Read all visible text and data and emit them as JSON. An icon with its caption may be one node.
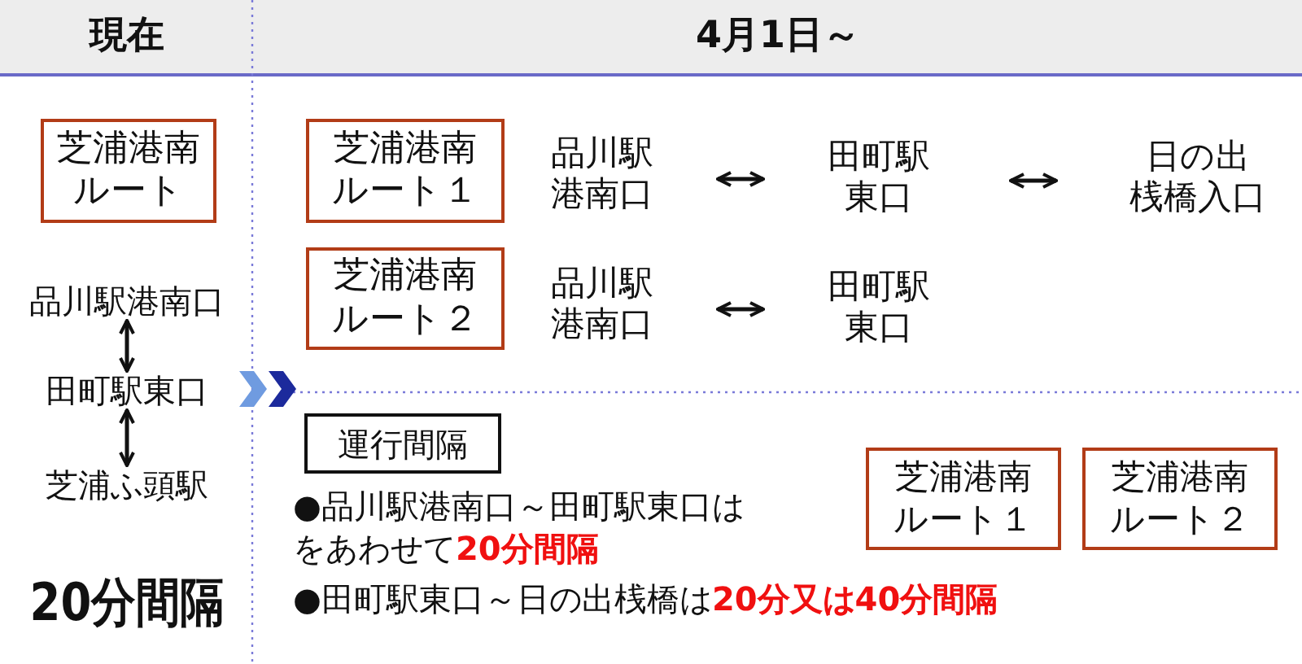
{
  "diagram": {
    "nodes": [
      {
        "text": [
          "芝浦港南ルート"
        ]
      },
      {
        "text": [
          "品川駅港南口"
        ]
      },
      {
        "text": [
          "田町駅東口"
        ]
      },
      {
        "text": [
          "芝浦ふ頭駅"
        ]
      },
      {
        "text": [
          "芝浦港南ルート１"
        ]
      },
      {
        "text": [
          "品川駅港南口"
        ]
      },
      {
        "text": [
          "田町駅東口"
        ]
      },
      {
        "text": [
          "日の出桟橋入口"
        ]
      },
      {
        "text": [
          "芝浦港南ルート２"
        ]
      },
      {
        "text": [
          "品川駅港南口"
        ]
      },
      {
        "text": [
          "田町駅東口"
        ]
      },
      {
        "text": [
          "運行間隔"
        ]
      },
      {
        "text": [
          "芝浦港南ルート１"
        ]
      },
      {
        "text": [
          "芝浦港南ルート２"
        ]
      }
    ],
    "edges": [
      {
        "from": 1,
        "to": 2,
        "arrow": "both"
      },
      {
        "from": 2,
        "to": 3,
        "arrow": "both"
      },
      {
        "from": 5,
        "to": 6,
        "arrow": "both"
      },
      {
        "from": 6,
        "to": 7,
        "arrow": "both"
      },
      {
        "from": 9,
        "to": 10,
        "arrow": "both"
      }
    ],
    "labels": [
      "現在",
      "4月1日～",
      "20分間隔",
      "●品川駅港南口～田町駅東口はをあわせて**20分間隔**",
      "●田町駅東口～日の出桟橋は**20分又は40分間隔**"
    ]
  }
}
